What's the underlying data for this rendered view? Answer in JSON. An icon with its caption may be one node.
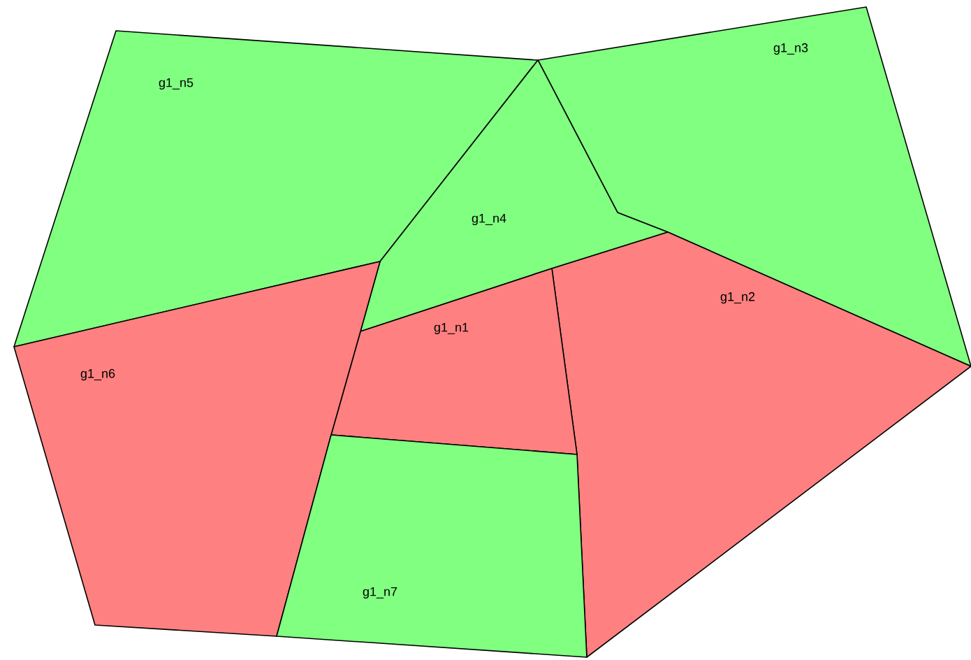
{
  "diagram": {
    "nodes": [
      {
        "text": [
          "g1_n5"
        ]
      },
      {
        "text": [
          "g1_n3"
        ]
      },
      {
        "text": [
          "g1_n4"
        ]
      },
      {
        "text": [
          "g1_n2"
        ]
      },
      {
        "text": [
          "g1_n1"
        ]
      },
      {
        "text": [
          "g1_n6"
        ]
      },
      {
        "text": [
          "g1_n7"
        ]
      }
    ]
  }
}
